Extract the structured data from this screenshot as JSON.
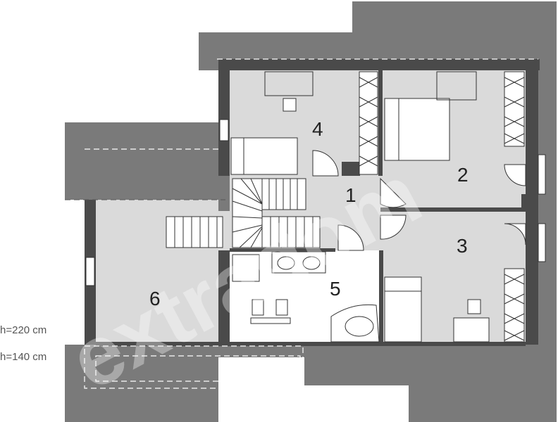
{
  "rooms": {
    "r1": "1",
    "r2": "2",
    "r3": "3",
    "r4": "4",
    "r5": "5",
    "r6": "6"
  },
  "heights": {
    "h220": "h=220 cm",
    "h140": "h=140 cm"
  },
  "watermark": "extradom",
  "colors": {
    "roof": "#7a7a7a",
    "floor": "#dadada",
    "wall": "#4a4a4a",
    "bathroom": "#ffffff"
  }
}
